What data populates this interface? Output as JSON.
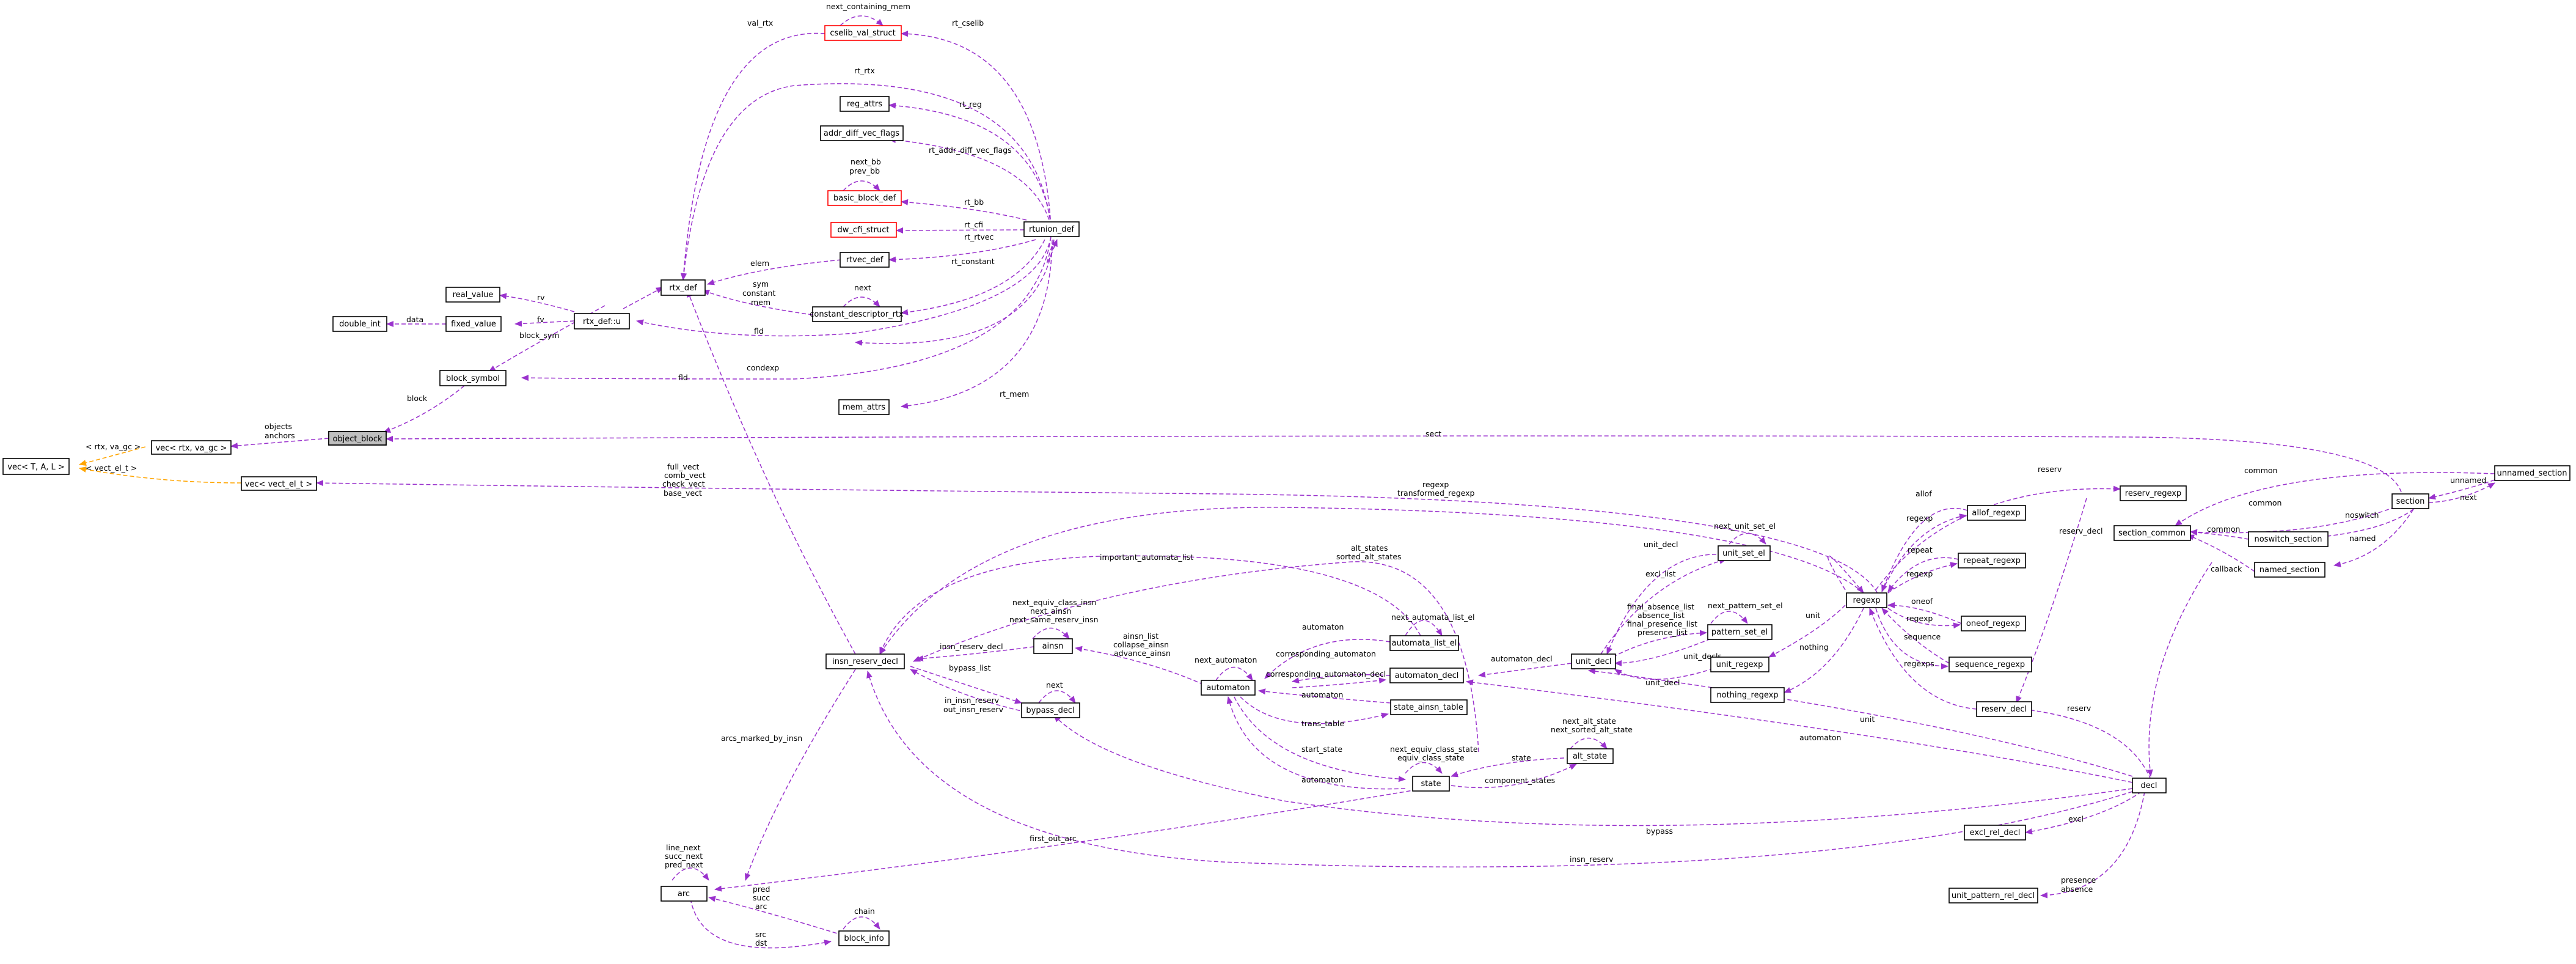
{
  "nodes": {
    "object_block": "object_block",
    "vec_rtx_va_gc": "vec< rtx, va_gc >",
    "vec_T_A_L": "vec< T, A, L >",
    "vec_vect_el_t": "vec< vect_el_t >",
    "block_symbol": "block_symbol",
    "rtx_def": "rtx_def",
    "rtx_def_u": "rtx_def::u",
    "real_value": "real_value",
    "fixed_value": "fixed_value",
    "double_int": "double_int",
    "cselib_val_struct": "cselib_val_struct",
    "reg_attrs": "reg_attrs",
    "addr_diff_vec_flags": "addr_diff_vec_flags",
    "basic_block_def": "basic_block_def",
    "dw_cfi_struct": "dw_cfi_struct",
    "rtvec_def": "rtvec_def",
    "constant_descriptor_rtx": "constant_descriptor_rtx",
    "mem_attrs": "mem_attrs",
    "rtunion_def": "rtunion_def",
    "insn_reserv_decl": "insn_reserv_decl",
    "ainsn": "ainsn",
    "bypass_decl": "bypass_decl",
    "automaton": "automaton",
    "automata_list_el": "automata_list_el",
    "automaton_decl": "automaton_decl",
    "state_ainsn_table": "state_ainsn_table",
    "state": "state",
    "alt_state": "alt_state",
    "arc": "arc",
    "block_info": "block_info",
    "unit_decl": "unit_decl",
    "unit_set_el": "unit_set_el",
    "pattern_set_el": "pattern_set_el",
    "unit_regexp": "unit_regexp",
    "nothing_regexp": "nothing_regexp",
    "regexp": "regexp",
    "allof_regexp": "allof_regexp",
    "repeat_regexp": "repeat_regexp",
    "oneof_regexp": "oneof_regexp",
    "sequence_regexp": "sequence_regexp",
    "reserv_decl": "reserv_decl",
    "reserv_regexp": "reserv_regexp",
    "decl": "decl",
    "excl_rel_decl": "excl_rel_decl",
    "unit_pattern_rel_decl": "unit_pattern_rel_decl",
    "section": "section",
    "unnamed_section": "unnamed_section",
    "section_common": "section_common",
    "noswitch_section": "noswitch_section",
    "named_section": "named_section"
  },
  "edge_labels": [
    "objects",
    "anchors",
    "block",
    "block_sym",
    "< rtx, va_gc >",
    "< vect_el_t >",
    "rv",
    "fv",
    "data",
    "elem",
    "fld",
    "fld",
    "sym",
    "constant",
    "mem",
    "val_rtx",
    "next_containing_mem",
    "rt_cselib",
    "rt_rtx",
    "rt_reg",
    "rt_addr_diff_vec_flags",
    "next_bb",
    "prev_bb",
    "rt_bb",
    "rt_cfi",
    "rt_rtvec",
    "next",
    "rt_constant",
    "condexp",
    "rt_mem",
    "sect",
    "full_vect",
    "comb_vect",
    "check_vect",
    "base_vect",
    "regexp",
    "transformed_regexp",
    "important_automata_list",
    "alt_states",
    "sorted_alt_states",
    "next_equiv_class_insn",
    "next_ainsn",
    "next_same_reserv_insn",
    "insn_reserv_decl",
    "bypass_list",
    "next",
    "in_insn_reserv",
    "out_insn_reserv",
    "ainsn_list",
    "collapse_ainsn",
    "advance_ainsn",
    "automaton",
    "next_automata_list_el",
    "next_automaton",
    "corresponding_automaton",
    "corresponding_automaton_decl",
    "automaton",
    "trans_table",
    "automaton_decl",
    "start_state",
    "next_equiv_class_state",
    "equiv_class_state",
    "state",
    "next_alt_state",
    "next_sorted_alt_state",
    "component_states",
    "automaton",
    "arcs_marked_by_insn",
    "first_out_arc",
    "line_next",
    "succ_next",
    "pred_next",
    "pred",
    "succ",
    "arc",
    "chain",
    "src",
    "dst",
    "unit_decl",
    "next_unit_set_el",
    "excl_list",
    "final_absence_list",
    "absence_list",
    "final_presence_list",
    "presence_list",
    "next_pattern_set_el",
    "unit_decls",
    "unit_decl",
    "unit",
    "nothing",
    "reserv",
    "allof",
    "regexp",
    "repeat",
    "regexp",
    "oneof",
    "regexp",
    "sequence",
    "regexps",
    "reserv_decl",
    "unit",
    "automaton",
    "bypass",
    "insn_reserv",
    "reserv",
    "excl",
    "presence",
    "absence",
    "common",
    "unnamed",
    "next",
    "common",
    "noswitch",
    "named",
    "common",
    "callback"
  ]
}
